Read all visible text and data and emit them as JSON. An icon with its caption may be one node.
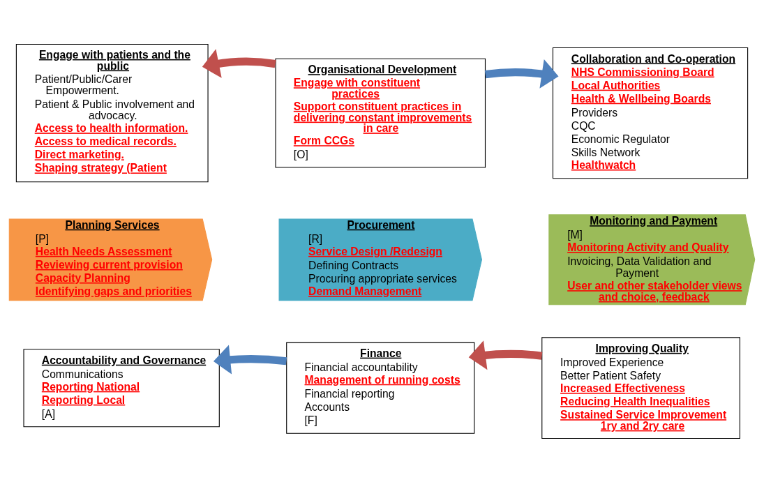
{
  "diagram": {
    "nodes": [
      {
        "text": [
          "Engage with patients and the public",
          "Patient/Public/Carer Empowerment.",
          "Patient & Public involvement and advocacy.",
          "Access to health information.",
          "Access to medical records.",
          "Direct marketing.",
          "Shaping strategy (Patient"
        ]
      },
      {
        "text": [
          "Organisational Development",
          "Engage with constituent practices",
          "Support constituent practices in delivering constant improvements in care",
          "Form CCGs",
          "[O]"
        ]
      },
      {
        "text": [
          "Collaboration and Co-operation",
          "NHS Commissioning Board",
          "Local Authorities",
          "Health & Wellbeing Boards",
          "Providers",
          "CQC",
          "Economic Regulator",
          "Skills Network",
          "Healthwatch"
        ]
      },
      {
        "text": [
          "Planning Services",
          "[P]",
          "Health Needs Assessment",
          "Reviewing current provision",
          "Capacity Planning",
          "Identifying gaps and priorities"
        ]
      },
      {
        "text": [
          "Procurement",
          "[R]",
          "Service Design /Redesign",
          "Defining Contracts",
          "Procuring appropriate services",
          "Demand Management"
        ]
      },
      {
        "text": [
          "Monitoring and Payment",
          "[M]",
          "Monitoring Activity and Quality",
          "Invoicing, Data Validation and Payment",
          "User and other stakeholder views and choice, feedback"
        ]
      },
      {
        "text": [
          "Accountability and Governance",
          "Communications",
          "Reporting National",
          "Reporting Local",
          "[A]"
        ]
      },
      {
        "text": [
          "Finance",
          "Financial accountability",
          "Management of running costs",
          "Financial reporting",
          "Accounts",
          "[F]"
        ]
      },
      {
        "text": [
          "Improving Quality",
          "Improved Experience",
          "Better Patient Safety",
          "Increased Effectiveness",
          "Reducing Health Inequalities",
          "Sustained Service Improvement 1ry and 2ry care"
        ]
      }
    ],
    "edges": [
      {
        "from": 1,
        "to": 0,
        "arrow": "to",
        "color": "#c0504d"
      },
      {
        "from": 1,
        "to": 2,
        "arrow": "to",
        "color": "#4f81bd"
      },
      {
        "from": 7,
        "to": 6,
        "arrow": "to",
        "color": "#4f81bd"
      },
      {
        "from": 8,
        "to": 7,
        "arrow": "to",
        "color": "#c0504d"
      }
    ]
  }
}
